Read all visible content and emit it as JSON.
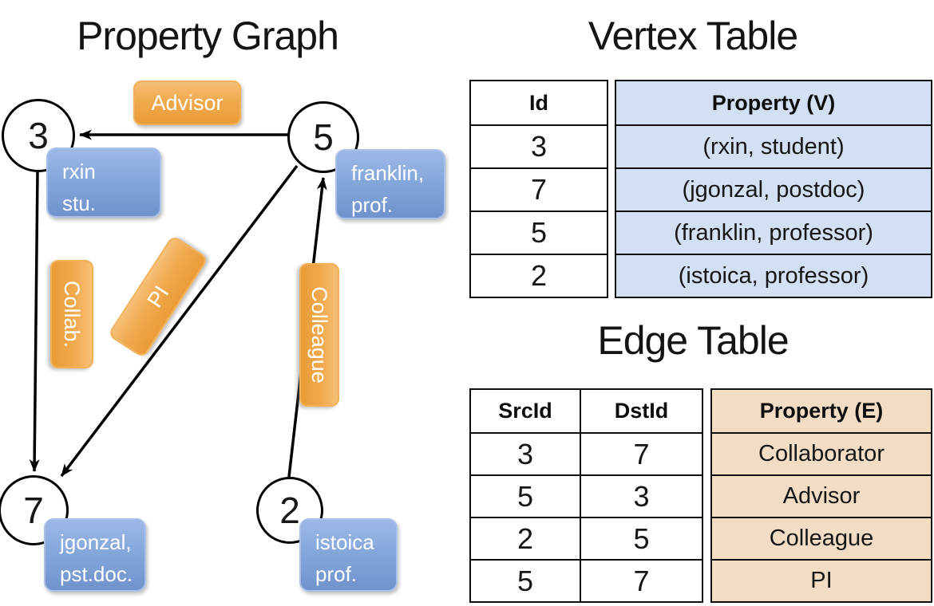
{
  "graph": {
    "title": "Property Graph",
    "nodes": [
      {
        "id": "3",
        "label_line1": "rxin",
        "label_line2": "stu."
      },
      {
        "id": "5",
        "label_line1": "franklin,",
        "label_line2": "prof."
      },
      {
        "id": "7",
        "label_line1": "jgonzal,",
        "label_line2": "pst.doc."
      },
      {
        "id": "2",
        "label_line1": "istoica",
        "label_line2": "prof."
      }
    ],
    "edge_labels": {
      "advisor": "Advisor",
      "collab": "Collab.",
      "pi": "PI",
      "colleague": "Colleague"
    }
  },
  "vertex_table": {
    "title": "Vertex Table",
    "columns": {
      "id": "Id",
      "property": "Property (V)"
    },
    "rows": [
      {
        "id": "3",
        "property": "(rxin, student)"
      },
      {
        "id": "7",
        "property": "(jgonzal, postdoc)"
      },
      {
        "id": "5",
        "property": "(franklin, professor)"
      },
      {
        "id": "2",
        "property": "(istoica, professor)"
      }
    ]
  },
  "edge_table": {
    "title": "Edge Table",
    "columns": {
      "src": "SrcId",
      "dst": "DstId",
      "property": "Property (E)"
    },
    "rows": [
      {
        "src": "3",
        "dst": "7",
        "property": "Collaborator"
      },
      {
        "src": "5",
        "dst": "3",
        "property": "Advisor"
      },
      {
        "src": "2",
        "dst": "5",
        "property": "Colleague"
      },
      {
        "src": "5",
        "dst": "7",
        "property": "PI"
      }
    ]
  },
  "colors": {
    "vertex_cell_blue": "#d3dff2",
    "edge_cell_tan": "#f2dcc3",
    "node_label_blue": "#82a6da",
    "edge_label_orange": "#f0a94e",
    "line_black": "#000000"
  }
}
